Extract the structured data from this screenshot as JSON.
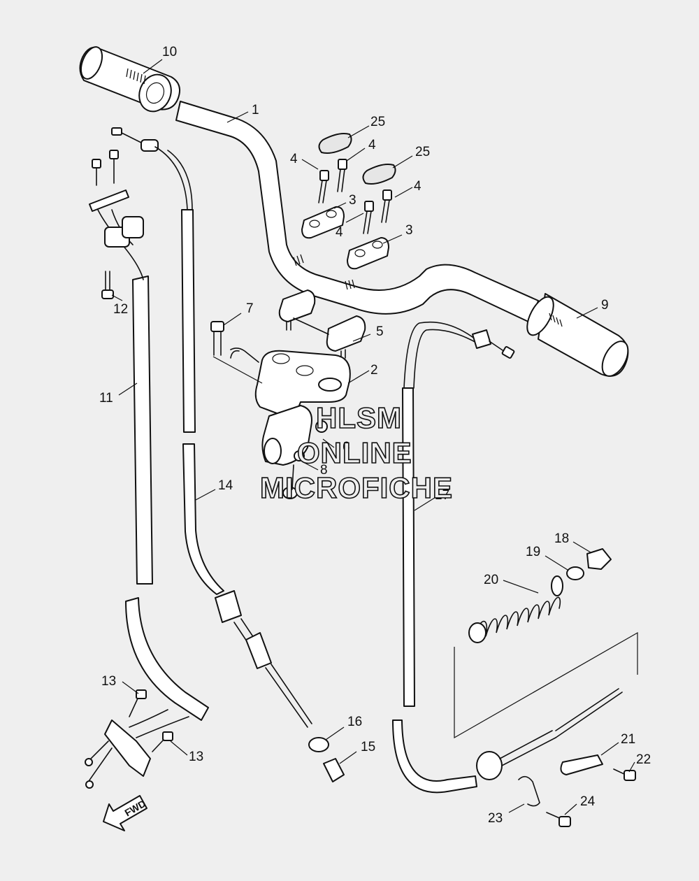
{
  "callouts": {
    "c1": "1",
    "c2": "2",
    "c3a": "3",
    "c3b": "3",
    "c4a": "4",
    "c4b": "4",
    "c4c": "4",
    "c4d": "4",
    "c5": "5",
    "c6": "6",
    "c7": "7",
    "c8": "8",
    "c9": "9",
    "c10": "10",
    "c11": "11",
    "c12": "12",
    "c13a": "13",
    "c13b": "13",
    "c14": "14",
    "c15": "15",
    "c16": "16",
    "c17": "17",
    "c18": "18",
    "c19": "19",
    "c20": "20",
    "c21": "21",
    "c22": "22",
    "c23": "23",
    "c24": "24",
    "c25a": "25",
    "c25b": "25"
  },
  "watermark": {
    "line1": "HLSM",
    "line2": "ONLINE",
    "line3": "MICROFICHE"
  },
  "fwd_label": "FWD"
}
